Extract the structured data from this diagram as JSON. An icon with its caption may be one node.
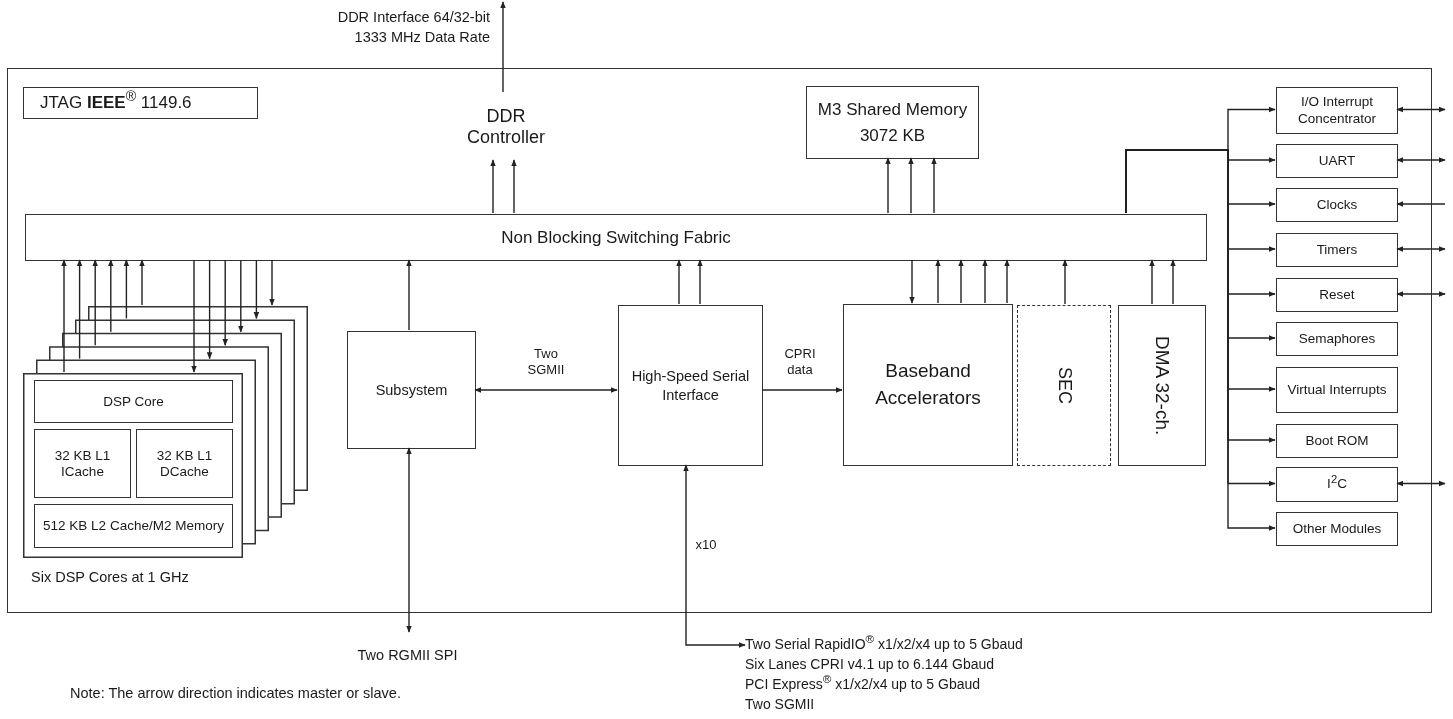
{
  "diagram": {
    "nodes": [
      {
        "text": [],
        "shape": "box"
      },
      {
        "text": [
          "JTAG **IEEE**$^{®}$ 1149.6"
        ],
        "in": 0
      },
      {
        "text": [
          "DDR Controller"
        ],
        "in": 0
      },
      {
        "text": [
          "M3 Shared Memory 3072 KB"
        ],
        "in": 0
      },
      {
        "text": [
          "Non Blocking Switching Fabric"
        ],
        "in": 0
      },
      {
        "text": [],
        "shape": "box",
        "in": 0,
        "beside": [
          "Six DSP Cores at 1 GHz"
        ]
      },
      {
        "text": [
          "DSP Core"
        ],
        "in": 5
      },
      {
        "text": [
          "32 KB L1 ICache"
        ],
        "in": 5
      },
      {
        "text": [
          "32 KB L1 DCache"
        ],
        "in": 5
      },
      {
        "text": [
          "512 KB L2 Cache/M2 Memory"
        ],
        "in": 5
      },
      {
        "text": [
          "Subsystem"
        ],
        "in": 0
      },
      {
        "text": [
          "High-Speed Serial Interface"
        ],
        "in": 0
      },
      {
        "text": [
          "Baseband Accelerators"
        ],
        "in": 0
      },
      {
        "text": [
          "SEC"
        ],
        "in": 0
      },
      {
        "text": [
          "DMA 32-ch."
        ],
        "in": 0
      },
      {
        "text": [
          "I/O Interrupt Concentrator"
        ],
        "in": 0
      },
      {
        "text": [
          "UART"
        ],
        "in": 0
      },
      {
        "text": [
          "Clocks"
        ],
        "in": 0
      },
      {
        "text": [
          "Timers"
        ],
        "in": 0
      },
      {
        "text": [
          "Reset"
        ],
        "in": 0
      },
      {
        "text": [
          "Semaphores"
        ],
        "in": 0
      },
      {
        "text": [
          "Virtual Interrupts"
        ],
        "in": 0
      },
      {
        "text": [
          "Boot ROM"
        ],
        "in": 0
      },
      {
        "text": [
          "I$^{2}$C"
        ],
        "in": 0
      },
      {
        "text": [
          "Other Modules"
        ],
        "in": 0
      },
      {
        "text": [
          "Two RGMII SPI"
        ]
      },
      {
        "text": [
          "Two Serial RapidIO$^{®}$ x1/x2/x4 up to 5 Gbaud",
          "Six Lanes CPRI v4.1 up to 6.144 Gbaud",
          "PCI Express$^{®}$ x1/x2/x4 up to 5 Gbaud",
          "Two SGMII"
        ]
      },
      {
        "text": [
          "DDR Interface 64/32-bit 1333 MHz Data Rate"
        ]
      }
    ],
    "edges": [
      {
        "from": 2,
        "to": 27,
        "arrow": "to"
      },
      {
        "from": 4,
        "to": 2,
        "arrow": "to"
      },
      {
        "from": 4,
        "to": 2,
        "arrow": "to"
      },
      {
        "from": 4,
        "to": 3,
        "arrow": "to"
      },
      {
        "from": 4,
        "to": 3,
        "arrow": "to"
      },
      {
        "from": 4,
        "to": 3,
        "arrow": "to"
      },
      {
        "from": 5,
        "to": 4,
        "arrow": "to"
      },
      {
        "from": 5,
        "to": 4,
        "arrow": "to"
      },
      {
        "from": 5,
        "to": 4,
        "arrow": "to"
      },
      {
        "from": 5,
        "to": 4,
        "arrow": "to"
      },
      {
        "from": 5,
        "to": 4,
        "arrow": "to"
      },
      {
        "from": 5,
        "to": 4,
        "arrow": "to"
      },
      {
        "from": 4,
        "to": 5,
        "arrow": "to"
      },
      {
        "from": 4,
        "to": 5,
        "arrow": "to"
      },
      {
        "from": 4,
        "to": 5,
        "arrow": "to"
      },
      {
        "from": 4,
        "to": 5,
        "arrow": "to"
      },
      {
        "from": 4,
        "to": 5,
        "arrow": "to"
      },
      {
        "from": 4,
        "to": 5,
        "arrow": "to"
      },
      {
        "from": 10,
        "to": 4,
        "arrow": "to"
      },
      {
        "from": 10,
        "to": 11,
        "arrow": "both",
        "label": "Two SGMII"
      },
      {
        "from": 10,
        "to": 25,
        "arrow": "both"
      },
      {
        "from": 11,
        "to": 4,
        "arrow": "to"
      },
      {
        "from": 11,
        "to": 4,
        "arrow": "to"
      },
      {
        "from": 11,
        "to": 12,
        "arrow": "to",
        "label": "CPRI data"
      },
      {
        "from": 11,
        "to": 26,
        "arrow": "both",
        "label": "x10"
      },
      {
        "from": 4,
        "to": 12,
        "arrow": "to"
      },
      {
        "from": 12,
        "to": 4,
        "arrow": "to"
      },
      {
        "from": 12,
        "to": 4,
        "arrow": "to"
      },
      {
        "from": 12,
        "to": 4,
        "arrow": "to"
      },
      {
        "from": 12,
        "to": 4,
        "arrow": "to"
      },
      {
        "from": 13,
        "to": 4,
        "arrow": "to"
      },
      {
        "from": 14,
        "to": 4,
        "arrow": "to"
      },
      {
        "from": 14,
        "to": 4,
        "arrow": "to"
      },
      {
        "from": 4,
        "to": 15,
        "arrow": "to"
      },
      {
        "from": 4,
        "to": 16,
        "arrow": "to"
      },
      {
        "from": 4,
        "to": 17,
        "arrow": "to"
      },
      {
        "from": 4,
        "to": 18,
        "arrow": "to"
      },
      {
        "from": 4,
        "to": 19,
        "arrow": "to"
      },
      {
        "from": 4,
        "to": 20,
        "arrow": "to"
      },
      {
        "from": 4,
        "to": 21,
        "arrow": "to"
      },
      {
        "from": 4,
        "to": 22,
        "arrow": "to"
      },
      {
        "from": 4,
        "to": 23,
        "arrow": "to"
      },
      {
        "from": 4,
        "to": 24,
        "arrow": "to"
      },
      {
        "from": 15,
        "to": null,
        "arrow": "both"
      },
      {
        "from": 16,
        "to": null,
        "arrow": "both"
      },
      {
        "from": null,
        "to": 17,
        "arrow": "to"
      },
      {
        "from": 18,
        "to": null,
        "arrow": "both"
      },
      {
        "from": 19,
        "to": null,
        "arrow": "both"
      },
      {
        "from": 23,
        "to": null,
        "arrow": "both"
      }
    ],
    "labels": [
      "Note: The arrow direction indicates master or slave."
    ]
  }
}
